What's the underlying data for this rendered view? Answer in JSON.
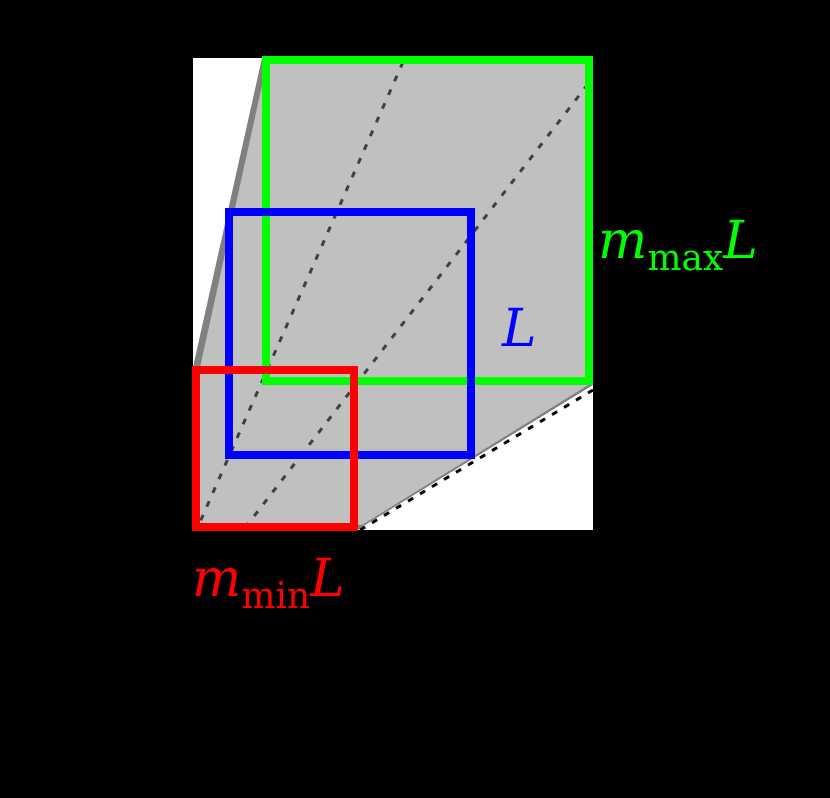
{
  "diagram": {
    "background_color": "#000000",
    "panel_color": "#ffffff",
    "region_fill": "#c0c0c0",
    "region_edge": "#808080",
    "dotted_color": "#404040",
    "squares": [
      {
        "id": "max",
        "color": "#00ff00",
        "label_main": "m",
        "label_sub": "max",
        "label_tail": "L"
      },
      {
        "id": "base",
        "color": "#0000ff",
        "label_main": "L"
      },
      {
        "id": "min",
        "color": "#ff0000",
        "label_main": "m",
        "label_sub": "min",
        "label_tail": "L"
      }
    ]
  }
}
